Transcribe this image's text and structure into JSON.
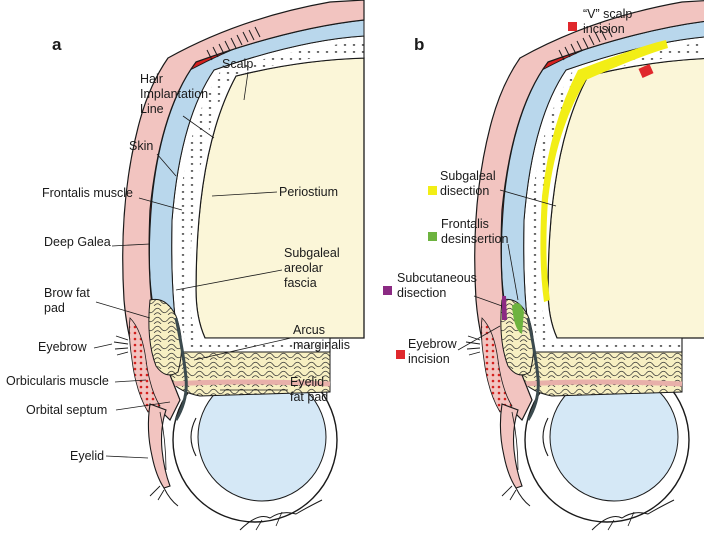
{
  "panel_a": {
    "letter": "a",
    "labels": {
      "scalp": "Scalp",
      "hair_line_1": "Hair",
      "hair_line_2": "Implantation",
      "hair_line_3": "Line",
      "skin": "Skin",
      "frontalis": "Frontalis muscle",
      "periostium": "Periostium",
      "deep_galea": "Deep Galea",
      "subgaleal_1": "Subgaleal",
      "subgaleal_2": "areolar",
      "subgaleal_3": "fascia",
      "brow_fat_1": "Brow fat",
      "brow_fat_2": "pad",
      "arcus_1": "Arcus",
      "arcus_2": "marginalis",
      "eyebrow": "Eyebrow",
      "orbicularis": "Orbicularis muscle",
      "eyelid_fat_1": "Eyelid",
      "eyelid_fat_2": "fat pad",
      "orbital_septum": "Orbital septum",
      "eyelid": "Eyelid"
    }
  },
  "panel_b": {
    "letter": "b",
    "labels": {
      "v_scalp_1": "“V” scalp",
      "v_scalp_2": "incision",
      "subgaleal_1": "Subgaleal",
      "subgaleal_2": "disection",
      "frontalis_1": "Frontalis",
      "frontalis_2": "desinsertion",
      "subcutaneous_1": "Subcutaneous",
      "subcutaneous_2": "disection",
      "eyebrow_inc_1": "Eyebrow",
      "eyebrow_inc_2": "incision"
    },
    "marker_colors": {
      "v_scalp": "#e0282c",
      "subgaleal": "#f2ee16",
      "frontalis": "#6db33f",
      "subcutaneous": "#8b2a83",
      "eyebrow": "#e0282c"
    }
  },
  "colors": {
    "skin": "#f2c4c0",
    "muscle": "#d4201e",
    "galea_blue": "#b9d7ec",
    "bone": "#fbf6d8",
    "eyeball": "#d5e8f6"
  }
}
